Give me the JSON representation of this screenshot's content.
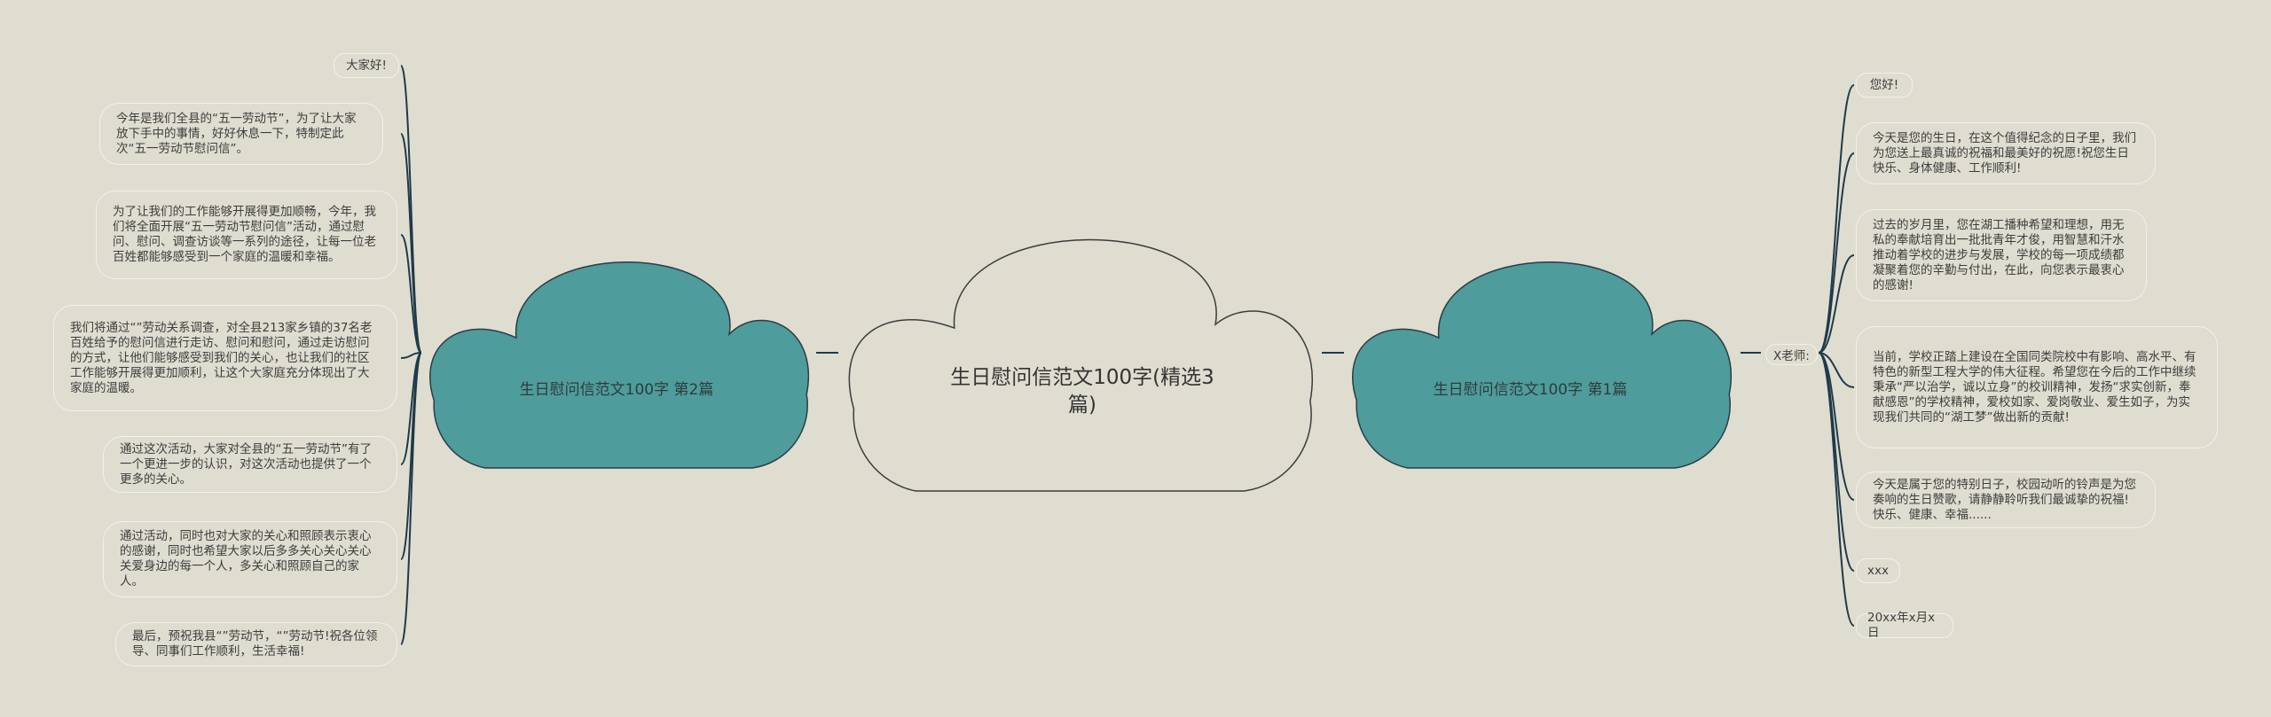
{
  "colors": {
    "background": "#dfddd0",
    "cloud_teal": "#4e9c9c",
    "cloud_center": "#dfddd0",
    "connector": "#1f3a4a"
  },
  "center": {
    "title": "生日慰问信范文100字(精选3篇)"
  },
  "left_branch": {
    "title": "生日慰问信范文100字 第2篇",
    "leaves": [
      "大家好!",
      "今年是我们全县的“五一劳动节”，为了让大家放下手中的事情，好好休息一下，特制定此次“五一劳动节慰问信”。",
      "为了让我们的工作能够开展得更加顺畅，今年，我们将全面开展“五一劳动节慰问信”活动，通过慰问、慰问、调查访谈等一系列的途径，让每一位老百姓都能够感受到一个家庭的温暖和幸福。",
      "我们将通过“”劳动关系调查，对全县213家乡镇的37名老百姓给予的慰问信进行走访、慰问和慰问，通过走访慰问的方式，让他们能够感受到我们的关心，也让我们的社区工作能够开展得更加顺利，让这个大家庭充分体现出了大家庭的温暖。",
      "通过这次活动，大家对全县的“五一劳动节”有了一个更进一步的认识，对这次活动也提供了一个更多的关心。",
      "通过活动，同时也对大家的关心和照顾表示衷心的感谢，同时也希望大家以后多多关心关心关心关爱身边的每一个人，多关心和照顾自己的家人。",
      "最后，预祝我县“”劳动节，“”劳动节!祝各位领导、同事们工作顺利，生活幸福!"
    ]
  },
  "right_branch": {
    "title": "生日慰问信范文100字 第1篇",
    "middle_tag": "X老师:",
    "leaves": [
      "您好!",
      "今天是您的生日，在这个值得纪念的日子里，我们为您送上最真诚的祝福和最美好的祝愿!祝您生日快乐、身体健康、工作顺利!",
      "过去的岁月里，您在湖工播种希望和理想，用无私的奉献培育出一批批青年才俊，用智慧和汗水推动着学校的进步与发展，学校的每一项成绩都凝聚着您的辛勤与付出，在此，向您表示最衷心的感谢!",
      "当前，学校正踏上建设在全国同类院校中有影响、高水平、有特色的新型工程大学的伟大征程。希望您在今后的工作中继续秉承“严以治学，诚以立身”的校训精神，发扬“求实创新，奉献感恩”的学校精神，爱校如家、爱岗敬业、爱生如子，为实现我们共同的“湖工梦”做出新的贡献!",
      "今天是属于您的特别日子，校园动听的铃声是为您奏响的生日赞歌，请静静聆听我们最诚挚的祝福!快乐、健康、幸福......",
      "xxx",
      "20xx年x月x日"
    ]
  }
}
